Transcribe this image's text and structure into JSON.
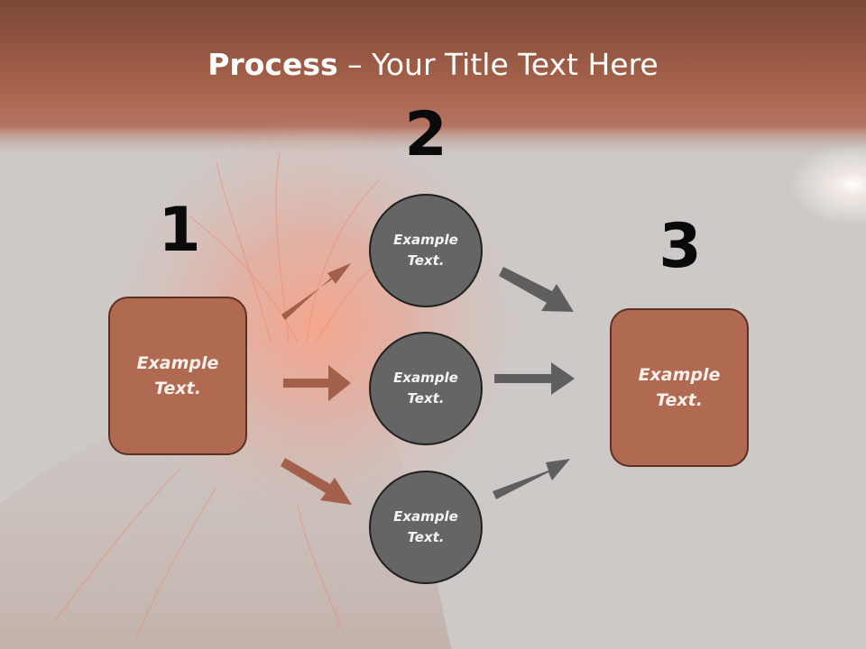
{
  "title": {
    "bold": "Process",
    "rest": " – Your Title Text Here"
  },
  "steps": [
    {
      "number": "1",
      "text": "Example Text."
    },
    {
      "number": "2",
      "items": [
        "Example Text.",
        "Example Text.",
        "Example Text."
      ]
    },
    {
      "number": "3",
      "text": "Example Text."
    }
  ],
  "colors": {
    "header_band": "#a4614a",
    "box_fill": "#b06a52",
    "circle_fill": "#656565",
    "arrow_brown": "#a25f49",
    "arrow_gray": "#5f5f5f"
  }
}
